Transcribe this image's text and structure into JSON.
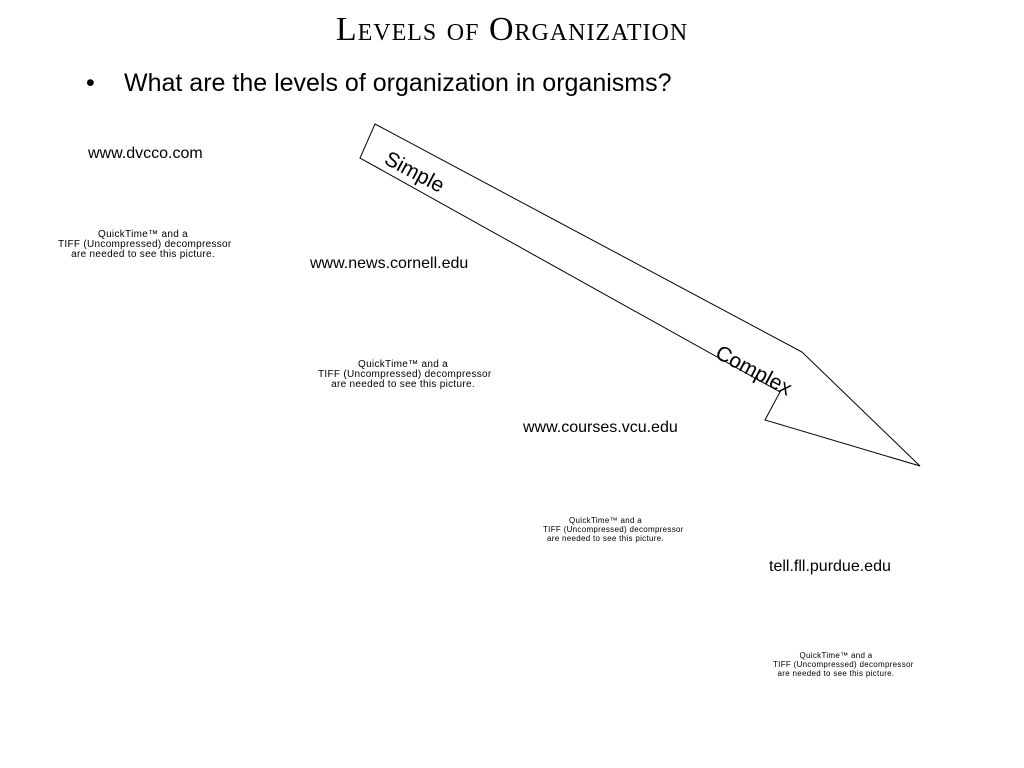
{
  "slide": {
    "title": "Levels of Organization",
    "bullet_marker": "•",
    "bullet_text": "What are the levels of organization in organisms?"
  },
  "sources": [
    "www.dvcco.com",
    "www.news.cornell.edu",
    "www.courses.vcu.edu",
    "tell.fll.purdue.edu"
  ],
  "placeholders": [
    [
      "QuickTime™ and a",
      "TIFF (Uncompressed) decompressor",
      "are needed to see this picture."
    ],
    [
      "QuickTime™ and a",
      "TIFF (Uncompressed) decompressor",
      "are needed to see this picture."
    ],
    [
      "QuickTime™ and a",
      "TIFF (Uncompressed) decompressor",
      "are needed to see this picture."
    ],
    [
      "QuickTime™ and a",
      "TIFF (Uncompressed) decompressor",
      "are needed to see this picture."
    ]
  ],
  "arrow": {
    "start_label": "Simple",
    "end_label": "Complex",
    "fill": "#ffffff",
    "stroke": "#000000"
  }
}
